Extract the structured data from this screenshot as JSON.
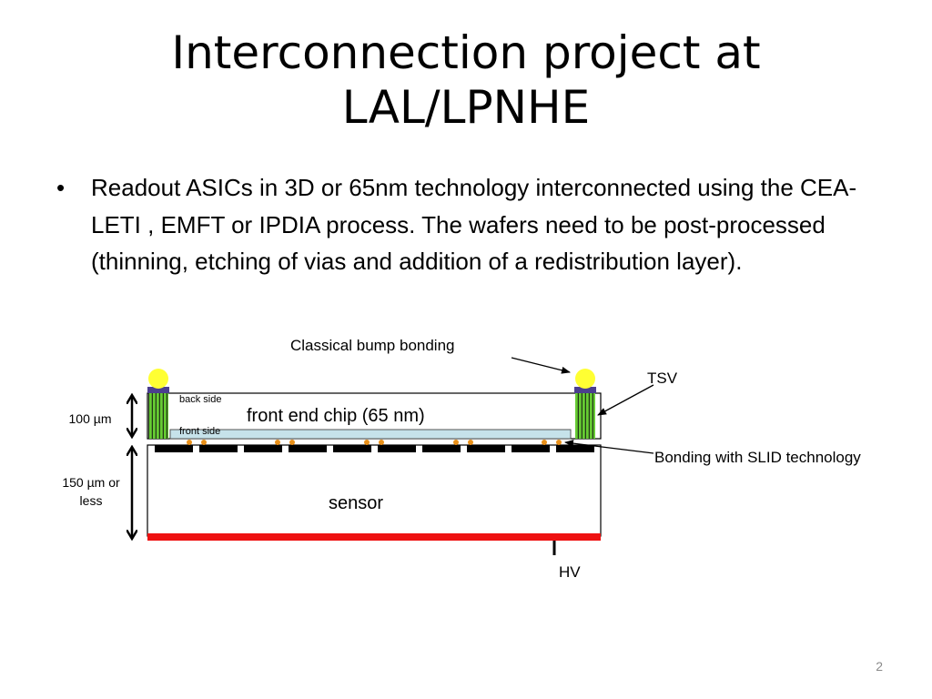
{
  "title": {
    "line1": "Interconnection project at",
    "line2": "LAL/LPNHE"
  },
  "bullets": [
    {
      "marker": "•",
      "text": "Readout ASICs in 3D or 65nm technology interconnected using the CEA-LETI ,  EMFT or IPDIA process. The wafers need to be post-processed (thinning, etching of vias and addition of a redistribution layer)."
    }
  ],
  "diagram": {
    "labels": {
      "classical_bump": "Classical bump bonding",
      "tsv": "TSV",
      "back_side": "back side",
      "front_side": "front side",
      "front_end_chip": "front end chip (65 nm)",
      "bonding_slid": "Bonding with SLID technology",
      "sensor": "sensor",
      "hv": "HV",
      "thickness_chip": "100 µm",
      "thickness_sensor_line1": "150 µm or",
      "thickness_sensor_line2": "less"
    },
    "colors": {
      "bump": "#ffff33",
      "bump_base": "#4b3f8f",
      "tsv_fill": "#66cc33",
      "redistribution_layer": "#c6e2ea",
      "micro_bump": "#e8901a",
      "pad": "#000000",
      "hv_electrode": "#ee1111"
    }
  },
  "page_number": "2"
}
